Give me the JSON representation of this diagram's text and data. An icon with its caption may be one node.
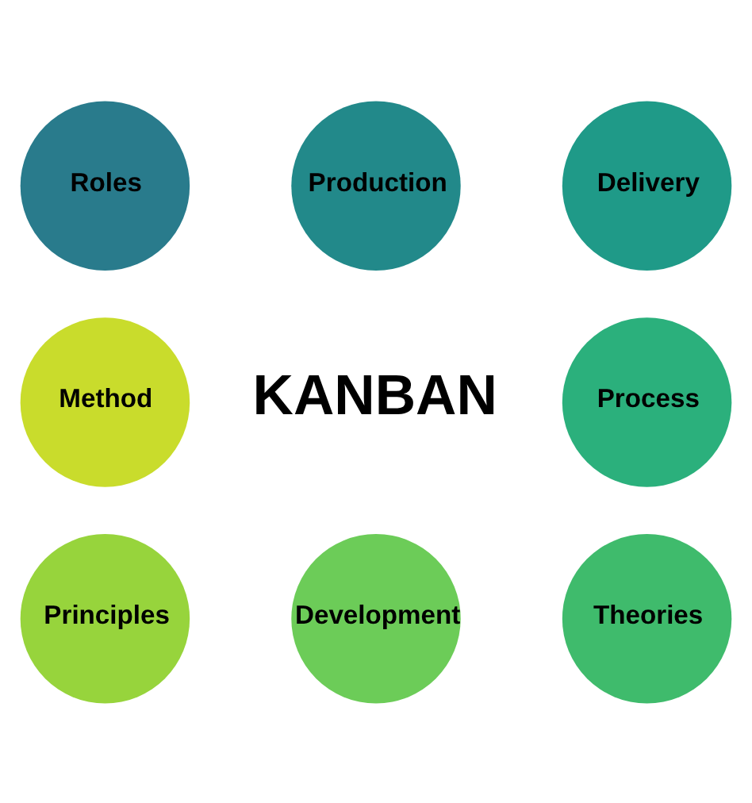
{
  "diagram": {
    "nodes": [
      {
        "text": [
          "Production"
        ]
      },
      {
        "text": [
          "Delivery"
        ]
      },
      {
        "text": [
          "Process"
        ]
      },
      {
        "text": [
          "Theories"
        ]
      },
      {
        "text": [
          "Development"
        ]
      },
      {
        "text": [
          "Principles"
        ]
      },
      {
        "text": [
          "Method"
        ]
      },
      {
        "text": [
          "Roles"
        ]
      }
    ],
    "edges": [],
    "labels": [
      "KANBAN"
    ]
  }
}
